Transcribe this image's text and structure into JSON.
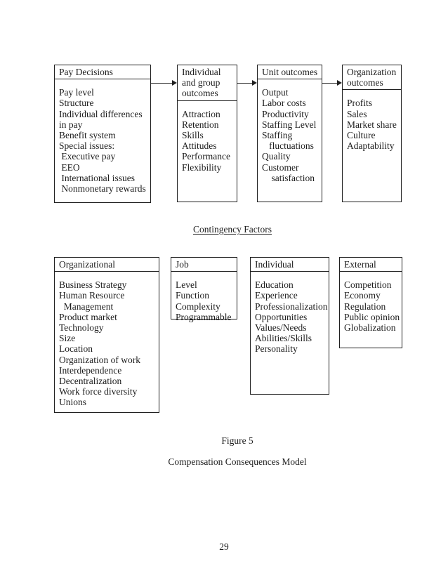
{
  "page": {
    "contingency_label": "Contingency Factors",
    "figure_label": "Figure 5",
    "figure_title": "Compensation Consequences Model",
    "page_number": "29"
  },
  "diagram": {
    "top_row": [
      {
        "title": "Pay Decisions",
        "items": [
          "Pay level",
          "Structure",
          "Individual differences",
          "in pay",
          "Benefit system",
          "Special issues:",
          " Executive pay",
          " EEO",
          " International issues",
          " Nonmonetary rewards"
        ]
      },
      {
        "title": "Individual\nand group\noutcomes",
        "items": [
          "Attraction",
          "Retention",
          "Skills",
          "Attitudes",
          "Performance",
          "Flexibility"
        ]
      },
      {
        "title": "Unit outcomes",
        "items": [
          "Output",
          "Labor costs",
          "Productivity",
          "Staffing Level",
          "Staffing",
          "   fluctuations",
          "Quality",
          "Customer",
          "    satisfaction"
        ]
      },
      {
        "title": "Organization\noutcomes",
        "items": [
          "Profits",
          "Sales",
          "Market share",
          "Culture",
          "Adaptability"
        ]
      }
    ],
    "bottom_row": [
      {
        "title": "Organizational",
        "items": [
          "Business Strategy",
          "Human Resource",
          "  Management",
          "Product market",
          "Technology",
          "Size",
          "Location",
          "Organization of work",
          "Interdependence",
          "Decentralization",
          "Work force diversity",
          "Unions"
        ]
      },
      {
        "title": "Job",
        "items": [
          "Level",
          "Function",
          "Complexity",
          "Programmable"
        ]
      },
      {
        "title": "Individual",
        "items": [
          "Education",
          "Experience",
          "Professionalization",
          "Opportunities",
          "Values/Needs",
          "Abilities/Skills",
          "Personality"
        ]
      },
      {
        "title": "External",
        "items": [
          "Competition",
          "Economy",
          "Regulation",
          "Public opinion",
          "Globalization"
        ]
      }
    ]
  }
}
